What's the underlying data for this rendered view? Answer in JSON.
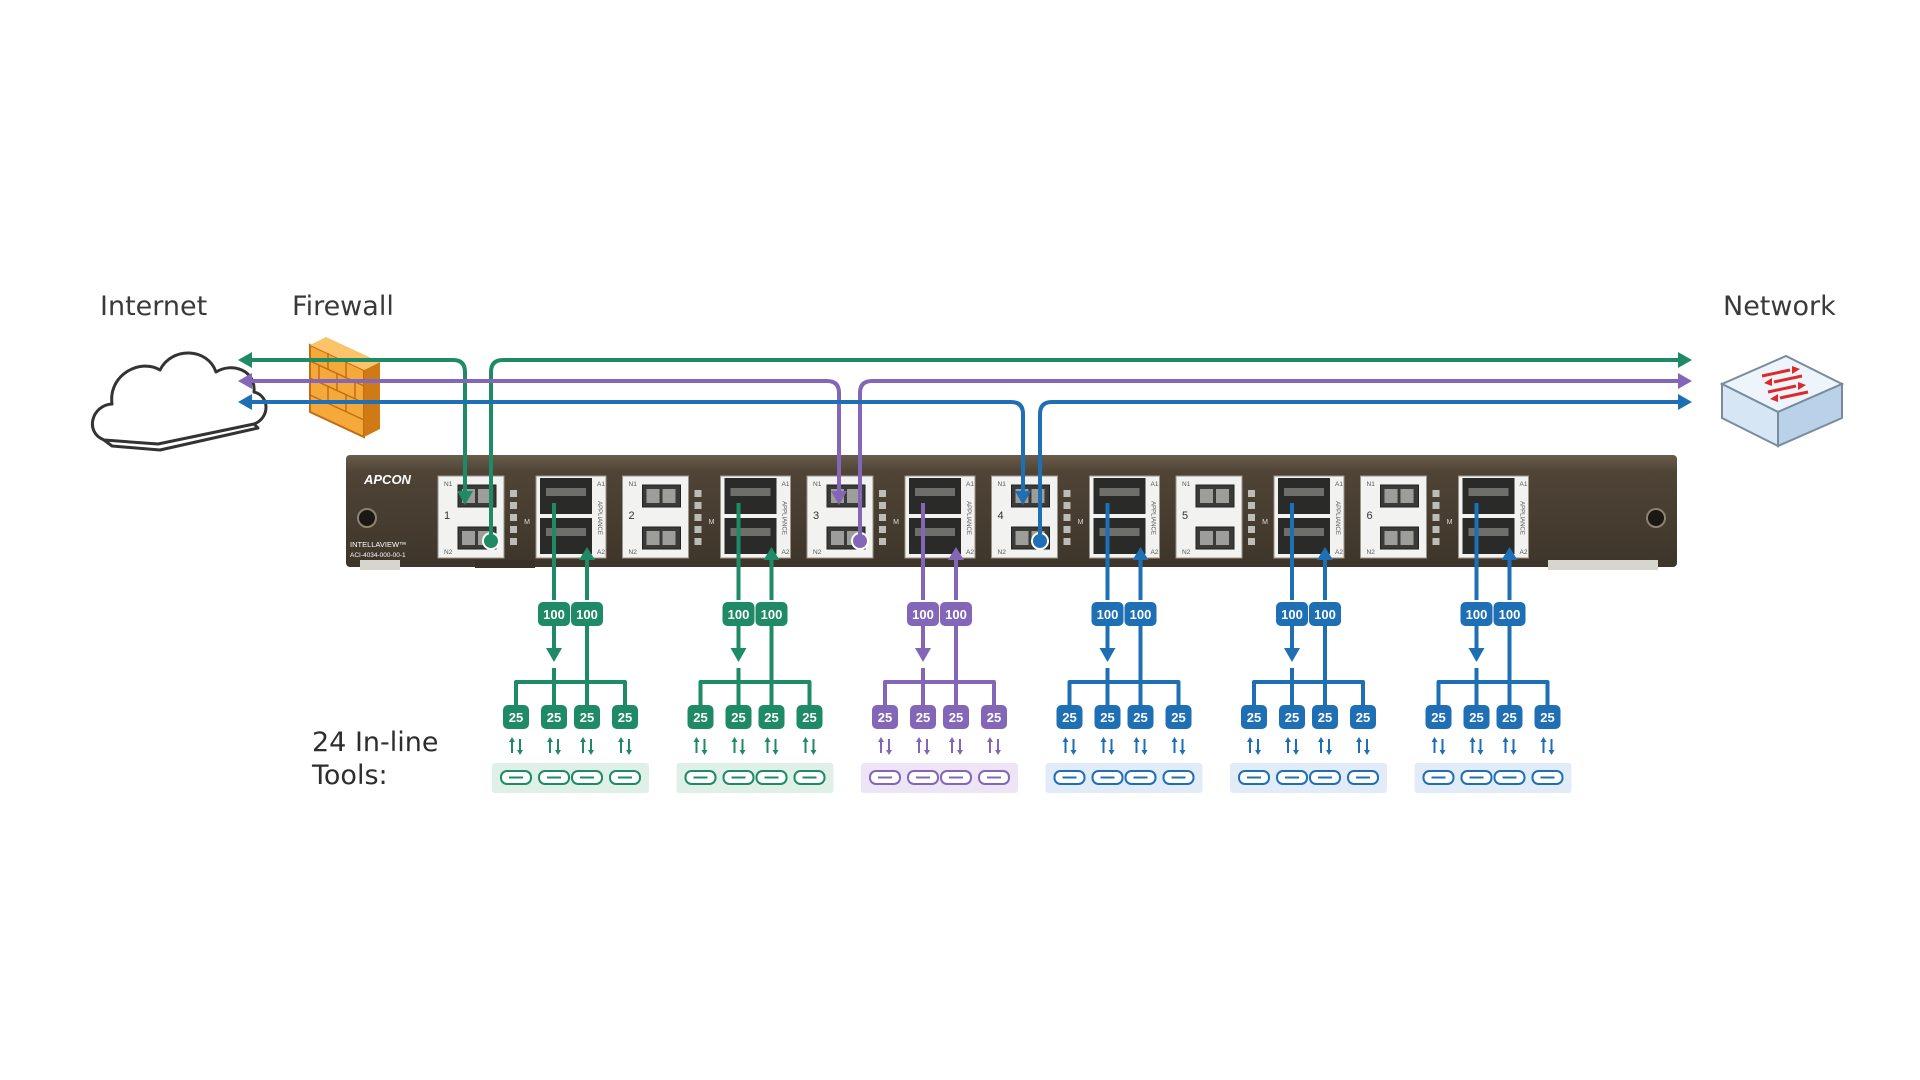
{
  "labels": {
    "internet": "Internet",
    "firewall": "Firewall",
    "network": "Network",
    "tools_line1": "24 In-line",
    "tools_line2": "Tools:"
  },
  "chassis": {
    "brand": "APCON",
    "model": "INTELLAVIEW™",
    "part_number": "ACI-4034-000-00-1",
    "slots": [
      {
        "number": "1",
        "color": "#1f8a66"
      },
      {
        "number": "2",
        "color": "#1f8a66"
      },
      {
        "number": "3",
        "color": "#8466b8"
      },
      {
        "number": "4",
        "color": "#1f6fb5"
      },
      {
        "number": "5",
        "color": "#1f6fb5"
      },
      {
        "number": "6",
        "color": "#1f6fb5"
      }
    ],
    "port_labels": {
      "n1": "N1",
      "n2": "N2",
      "a1": "A1",
      "a2": "A2",
      "appliance": "APPLIANCE",
      "m": "M"
    }
  },
  "speeds": {
    "uplink": "100",
    "tool": "25"
  },
  "colors": {
    "green": "#1f8a66",
    "purple": "#8466b8",
    "blue": "#1f6fb5",
    "chassis": "#4f4436",
    "firewall": "#f39a2e"
  },
  "icons": [
    "cloud-icon",
    "firewall-icon",
    "network-switch-icon",
    "tool-appliance-icon",
    "bidirectional-arrows-icon"
  ]
}
